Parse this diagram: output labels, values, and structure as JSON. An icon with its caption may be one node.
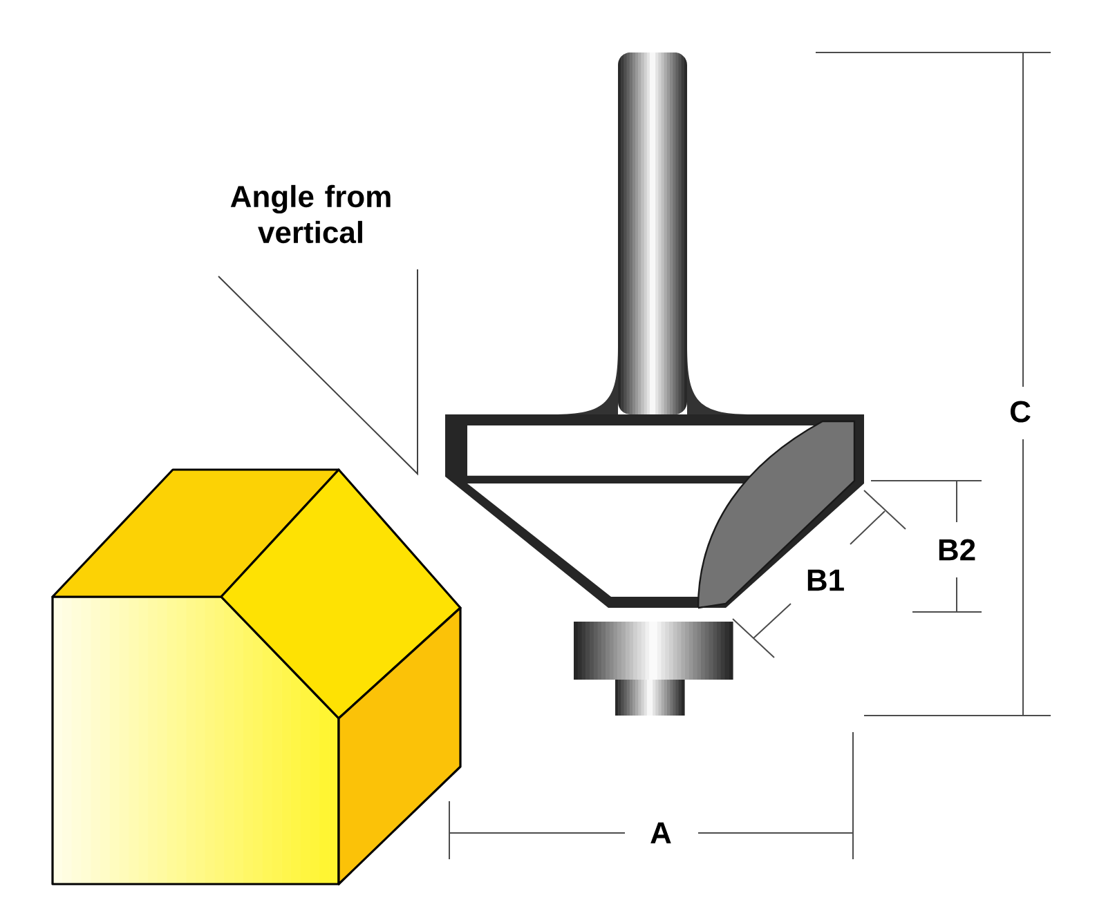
{
  "diagram": {
    "labels": [
      "Angle from vertical",
      "C",
      "B2",
      "B1",
      "A"
    ]
  }
}
